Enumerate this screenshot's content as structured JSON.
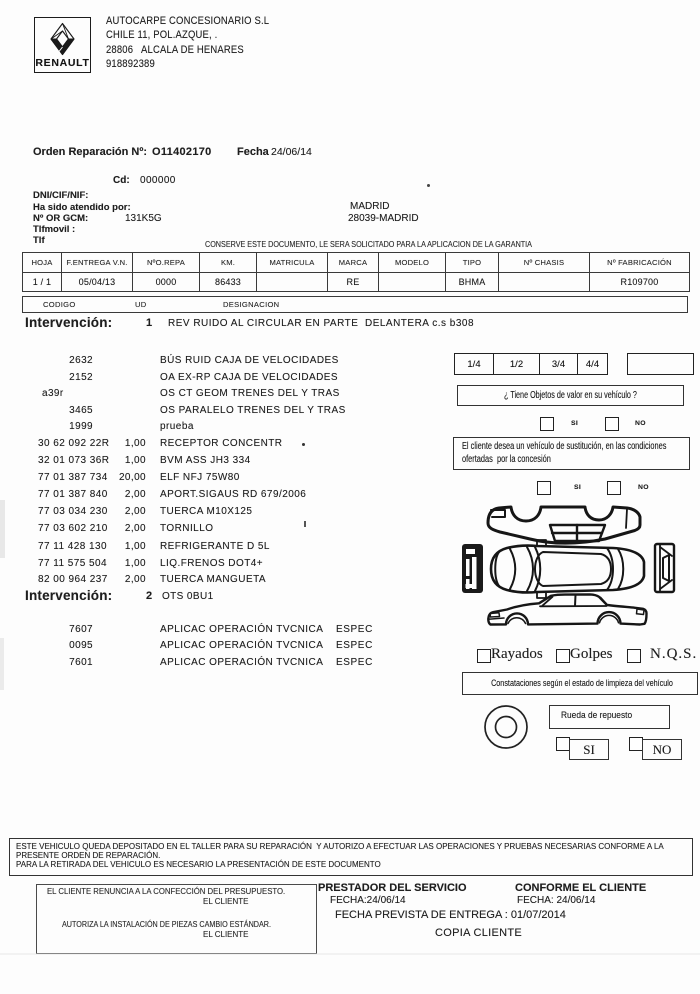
{
  "dealer": {
    "brand": "RENAULT",
    "name": "AUTOCARPE CONCESIONARIO S.L",
    "address_line1": "CHILE 11, POL.AZQUE, .",
    "address_line2": "28806   ALCALA DE HENARES",
    "phone": "918892389"
  },
  "order": {
    "label": "Orden Reparación Nº:",
    "number": "O11402170",
    "date_label": "Fecha",
    "date": "24/06/14",
    "cd_label": "Cd:",
    "cd_value": "000000",
    "dni_label": "DNI/CIF/NIF:",
    "attended_label": "Ha sido atendido por:",
    "attended_city": "MADRID",
    "or_gcm_label": "Nº OR GCM:",
    "or_gcm_value": "131K5G",
    "city_line2": "28039-MADRID",
    "tlfmovil_label": "Tlfmovil :",
    "tlf_label": "Tlf",
    "conserve_note": "CONSERVE ESTE DOCUMENTO, LE SERA SOLICITADO PARA LA APLICACION DE LA GARANTIA"
  },
  "vehicle_table": {
    "headers": [
      "HOJA",
      "F.ENTREGA V.N.",
      "NºO.REPA",
      "KM.",
      "MATRICULA",
      "MARCA",
      "MODELO",
      "TIPO",
      "Nº CHASIS",
      "Nº  FABRICACIÓN"
    ],
    "row": [
      "1 / 1",
      "05/04/13",
      "0000",
      "86433",
      "",
      "RE",
      "",
      "BHMA",
      "",
      "R109700"
    ]
  },
  "columns_strip": {
    "codigo": "CODIGO",
    "ud": "UD",
    "designacion": "DESIGNACION"
  },
  "intervention1": {
    "label": "Intervención:",
    "number": "1",
    "title": "REV RUIDO AL CIRCULAR EN PARTE  DELANTERA c.s b308",
    "lines": [
      {
        "code": "2632",
        "qty": "",
        "desc": "BÚS RUID CAJA DE VELOCIDADES"
      },
      {
        "code": "2152",
        "qty": "",
        "desc": "OA EX-RP CAJA DE VELOCIDADES"
      },
      {
        "code": "a39r",
        "qty": "",
        "desc": "OS CT GEOM TRENES DEL Y TRAS"
      },
      {
        "code": "3465",
        "qty": "",
        "desc": "OS PARALELO TRENES DEL Y TRAS"
      },
      {
        "code": "1999",
        "qty": "",
        "desc": "prueba"
      },
      {
        "code": "30 62 092 22R",
        "qty": "1,00",
        "desc": "RECEPTOR CONCENTR"
      },
      {
        "code": "32 01 073 36R",
        "qty": "1,00",
        "desc": "BVM ASS JH3 334"
      },
      {
        "code": "77 01 387 734",
        "qty": "20,00",
        "desc": "ELF NFJ 75W80"
      },
      {
        "code": "77 01 387 840",
        "qty": "2,00",
        "desc": "APORT.SIGAUS RD 679/2006"
      },
      {
        "code": "77 03 034 230",
        "qty": "2,00",
        "desc": "TUERCA M10X125"
      },
      {
        "code": "77 03 602 210",
        "qty": "2,00",
        "desc": "TORNILLO"
      },
      {
        "code": "77 11 428 130",
        "qty": "1,00",
        "desc": "REFRIGERANTE D 5L"
      },
      {
        "code": "77 11 575 504",
        "qty": "1,00",
        "desc": "LIQ.FRENOS DOT4+"
      },
      {
        "code": "82 00 964 237",
        "qty": "2,00",
        "desc": "TUERCA MANGUETA"
      }
    ]
  },
  "intervention2": {
    "label": "Intervención:",
    "number": "2",
    "title": "OTS 0BU1",
    "lines": [
      {
        "code": "7607",
        "desc": "APLICAC OPERACIÓN TVCNICA",
        "extra": "ESPEC"
      },
      {
        "code": "0095",
        "desc": "APLICAC OPERACIÓN TVCNICA",
        "extra": "ESPEC"
      },
      {
        "code": "7601",
        "desc": "APLICAC OPERACIÓN TVCNICA",
        "extra": "ESPEC"
      }
    ]
  },
  "right_panel": {
    "fuel_levels": [
      "1/4",
      "1/2",
      "3/4",
      "4/4"
    ],
    "valuables_question": "¿ Tiene Objetos de valor en su vehículo ?",
    "yes_label": "SI",
    "no_label": "NO",
    "substitution_line1": "El cliente desea un vehículo de sustitución, en las condiciones",
    "substitution_line2": "ofertadas  por la concesión",
    "damage_label1": "Rayados",
    "damage_label2": "Golpes",
    "damage_label3": "N.Q.S.",
    "condition_note": "Constataciones según el estado de limpieza del vehículo",
    "spare_wheel_label": "Rueda de repuesto",
    "spare_yes": "SI",
    "spare_no": "NO"
  },
  "footer": {
    "terms_line1": "ESTE VEHICULO QUEDA DEPOSITADO EN EL TALLER PARA SU REPARACIÓN  Y AUTORIZO A EFECTUAR LAS OPERACIONES Y PRUEBAS NECESARIAS CONFORME A LA",
    "terms_line2": "PRESENTE ORDEN DE REPARACIÓN.",
    "terms_line3": "PARA LA RETIRADA DEL VEHICULO ES NECESARIO LA PRESENTACIÓN DE ESTE DOCUMENTO",
    "client_clause1": "EL CLIENTE RENUNCIA A LA CONFECCIÓN DEL PRESUPUESTO.",
    "client_sig1": "EL CLIENTE",
    "client_clause2": "AUTORIZA LA INSTALACIÓN DE PIEZAS CAMBIO ESTÁNDAR.",
    "client_sig2": "EL CLIENTE",
    "provider_title": "PRESTADOR DEL SERVICIO",
    "provider_date": "FECHA:24/06/14",
    "customer_title": "CONFORME EL CLIENTE",
    "customer_date": "FECHA: 24/06/14",
    "delivery_line": "FECHA PREVISTA DE ENTREGA : 01/07/2014",
    "copy_label": "COPIA CLIENTE"
  }
}
